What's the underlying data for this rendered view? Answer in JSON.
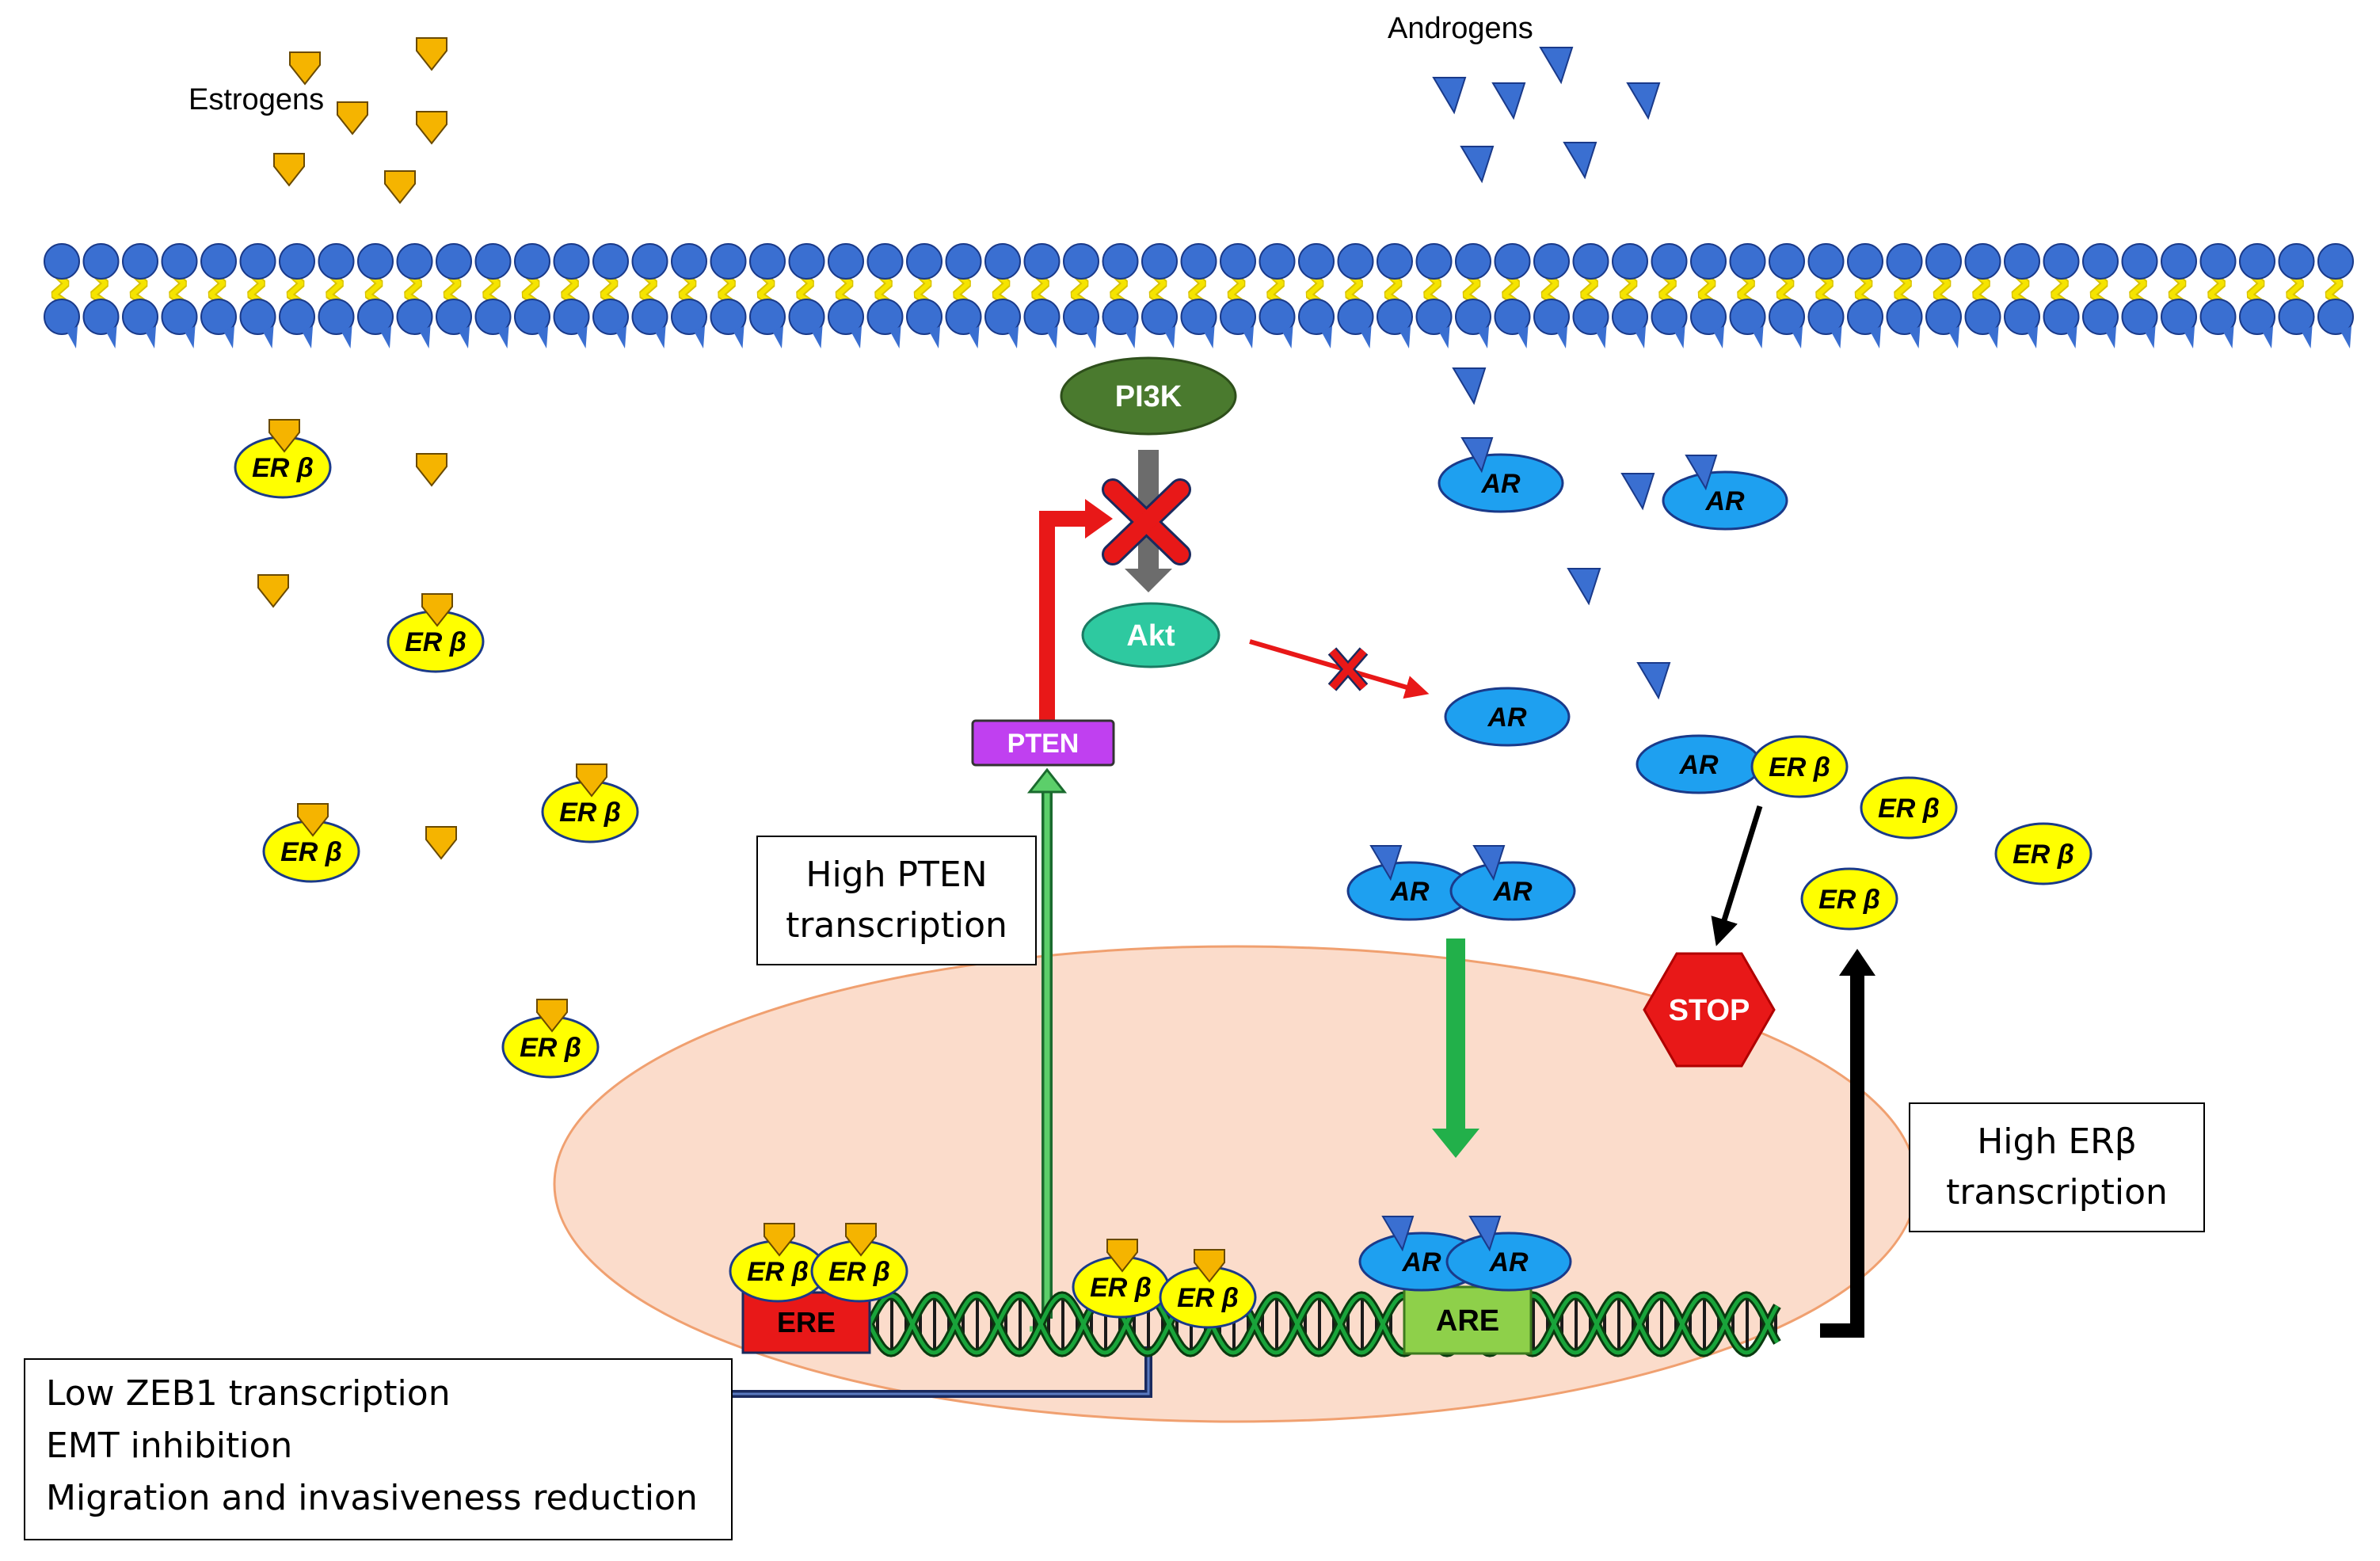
{
  "labels": {
    "estrogens": "Estrogens",
    "androgens": "Androgens",
    "er_text": "ER",
    "beta": "β",
    "ar": "AR",
    "pi3k": "PI3K",
    "akt": "Akt",
    "pten": "PTEN",
    "ere": "ERE",
    "are": "ARE",
    "stop": "STOP"
  },
  "boxes": {
    "high_pten": [
      "High PTEN",
      "transcription"
    ],
    "high_erb": [
      "High ERβ",
      "transcription"
    ],
    "low_zeb1": [
      "Low ZEB1 transcription",
      "EMT inhibition",
      "Migration and invasiveness reduction"
    ]
  },
  "colors": {
    "membrane_head": "#3a6fd1",
    "membrane_tail": "#f5e400",
    "estrogen": "#f5b400",
    "androgen": "#3a6fd1",
    "er_beta": "#ffff00",
    "ar": "#1ea0f0",
    "pi3k": "#4a7a2e",
    "akt": "#2ec9a0",
    "pten": "#c040f0",
    "ere": "#e81818",
    "are": "#8ed04a",
    "stop": "#e81818",
    "nucleus": "#fbdccb",
    "dna": "#0a7a1a",
    "inhibition": "#e81818",
    "activation": "#22b04a",
    "ingress": "#6c6c6c"
  },
  "icons": [
    "estrogen-ligand-icon",
    "androgen-ligand-icon",
    "inhibition-cross-icon",
    "stop-sign-icon",
    "dna-helix-icon"
  ]
}
